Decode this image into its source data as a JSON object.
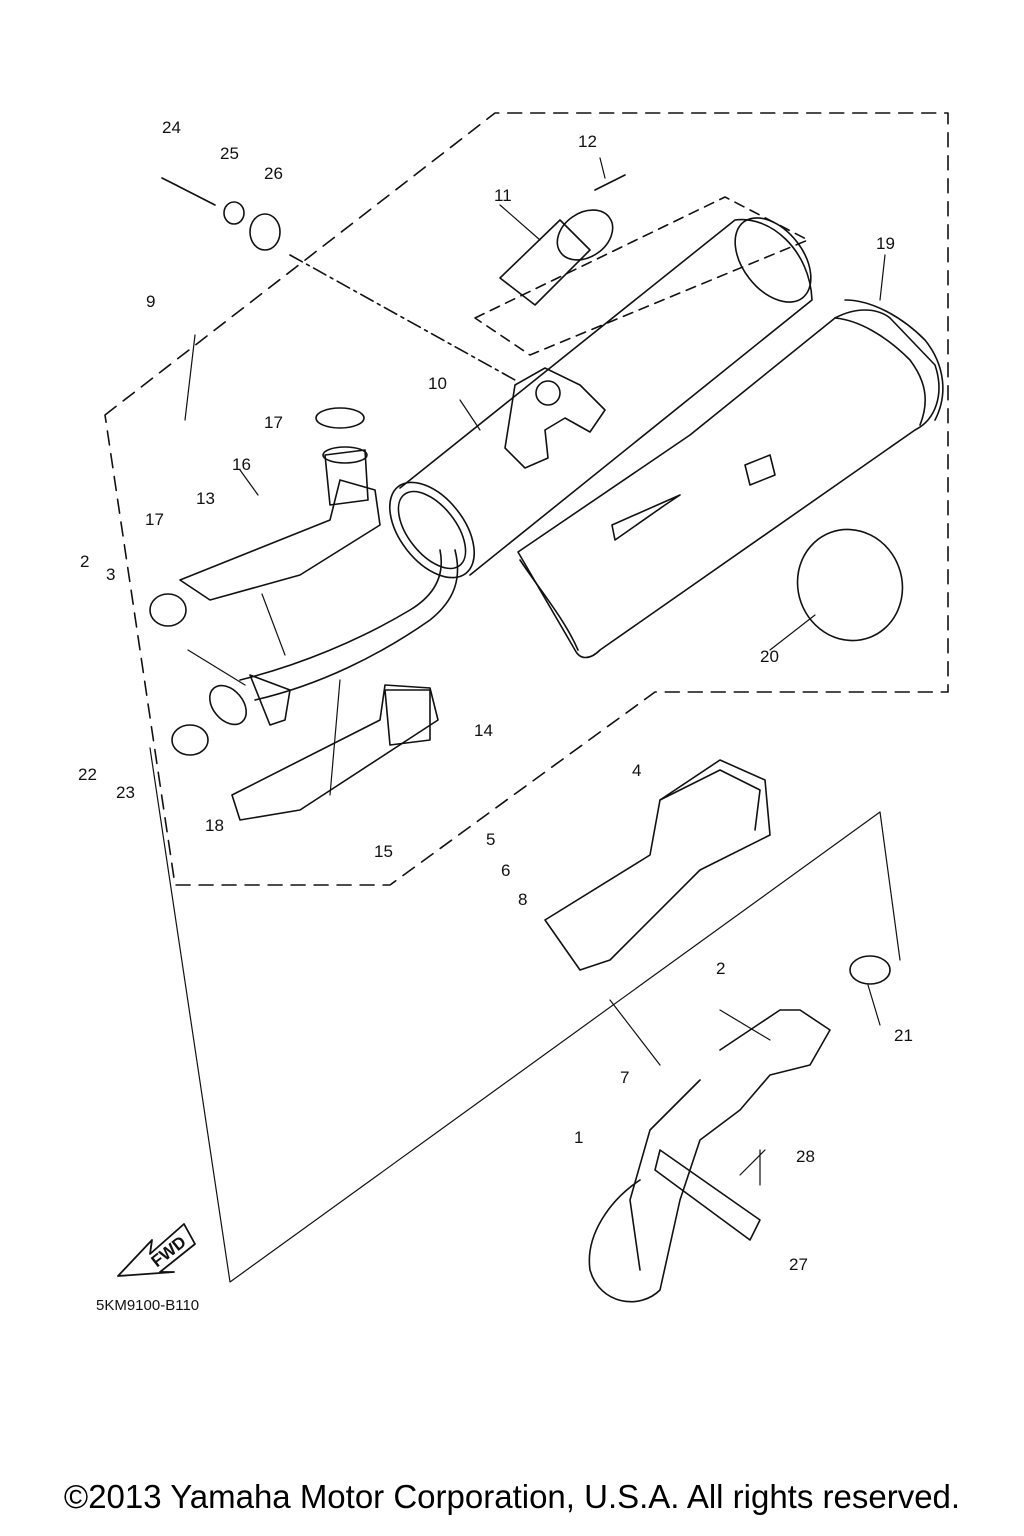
{
  "diagram": {
    "code": "5KM9100-B110",
    "fwd_label": "FWD",
    "part_numbers": [
      "1",
      "2",
      "2",
      "3",
      "4",
      "5",
      "6",
      "7",
      "8",
      "9",
      "10",
      "11",
      "12",
      "13",
      "14",
      "15",
      "16",
      "17",
      "17",
      "18",
      "19",
      "20",
      "21",
      "22",
      "23",
      "24",
      "25",
      "26",
      "27",
      "28"
    ]
  },
  "footer": {
    "copyright": "©2013 Yamaha Motor Corporation, U.S.A. All rights reserved."
  }
}
